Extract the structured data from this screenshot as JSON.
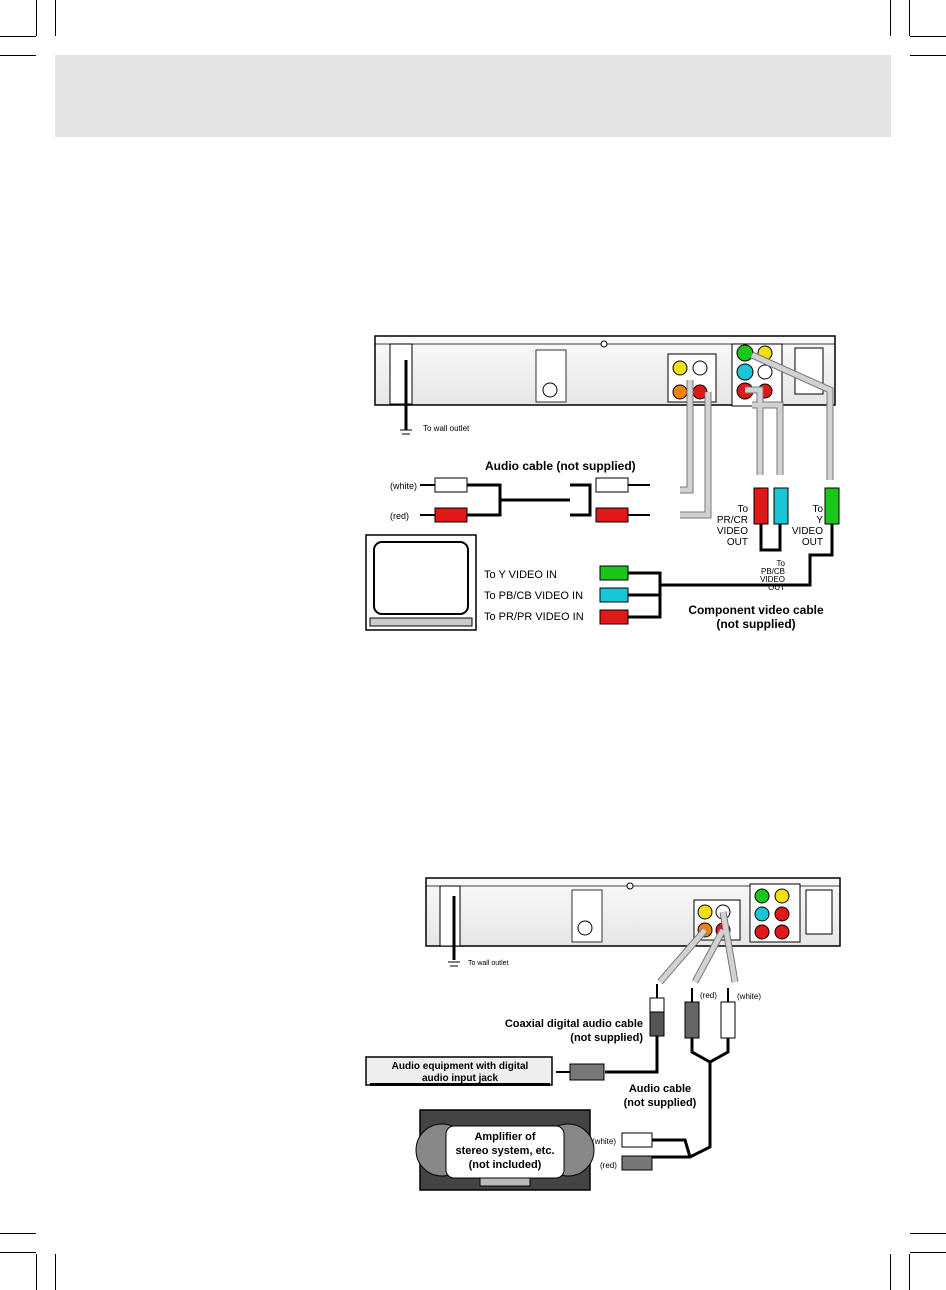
{
  "diagram1": {
    "wall_outlet": "To wall outlet",
    "audio_cable": "Audio cable (not supplied)",
    "white": "(white)",
    "red": "(red)",
    "to_pr_1": "To",
    "to_pr_2": "PR/CR",
    "to_pr_3": "VIDEO",
    "to_pr_4": "OUT",
    "to_y_1": "To",
    "to_y_2": "Y",
    "to_y_3": "VIDEO",
    "to_y_4": "OUT",
    "to_pb_1": "To",
    "to_pb_2": "PB/CB",
    "to_pb_3": "VIDEO",
    "to_pb_4": "OUT",
    "tv_y_in": "To Y VIDEO IN",
    "tv_pb_in": "To PB/CB VIDEO IN",
    "tv_pr_in": "To PR/PR VIDEO IN",
    "component_cable_1": "Component video cable",
    "component_cable_2": "(not supplied)"
  },
  "diagram2": {
    "wall_outlet": "To wall outlet",
    "red": "(red)",
    "white": "(white)",
    "coax_1": "Coaxial digital audio cable",
    "coax_2": "(not supplied)",
    "audio_equipment_1": "Audio equipment with digital",
    "audio_equipment_2": "audio input jack",
    "audio_cable_1": "Audio cable",
    "audio_cable_2": "(not supplied)",
    "amp_1": "Amplifier of",
    "amp_2": "stereo system, etc.",
    "amp_3": "(not included)",
    "amp_white": "(white)",
    "amp_red": "(red)"
  },
  "colors": {
    "header_band": "#e3e3e3",
    "green": "#19c619",
    "cyan": "#19c6d6",
    "red": "#e01818",
    "yellow": "#f0e010",
    "orange": "#f08010",
    "cable_gray": "#cfcfcf"
  }
}
